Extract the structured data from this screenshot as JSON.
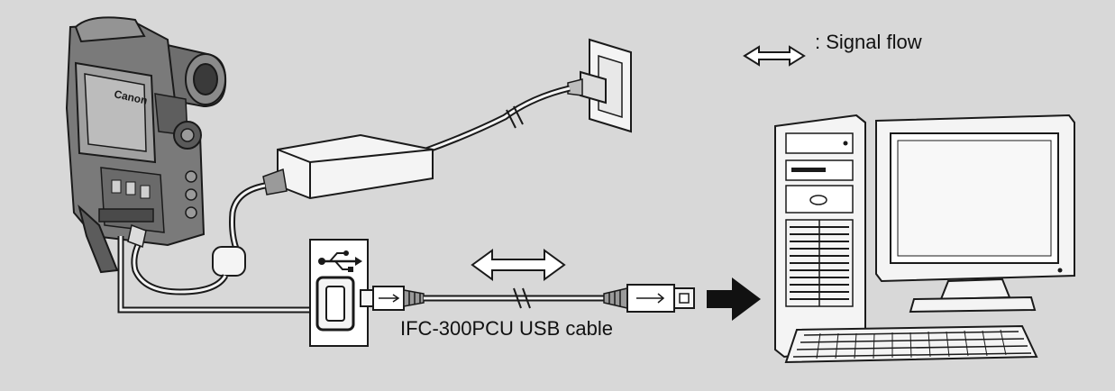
{
  "legend": {
    "text": ": Signal flow"
  },
  "cable": {
    "label": "IFC-300PCU USB cable"
  },
  "camcorder": {
    "brand": "Canon"
  },
  "colors": {
    "background": "#d8d8d8",
    "device_fill": "#f4f4f4",
    "device_stroke": "#1a1a1a",
    "camera_body": "#7a7a7a",
    "arrow_fill": "#111111"
  },
  "icons": [
    "usb-icon",
    "double-arrow-icon",
    "right-arrow-icon"
  ]
}
